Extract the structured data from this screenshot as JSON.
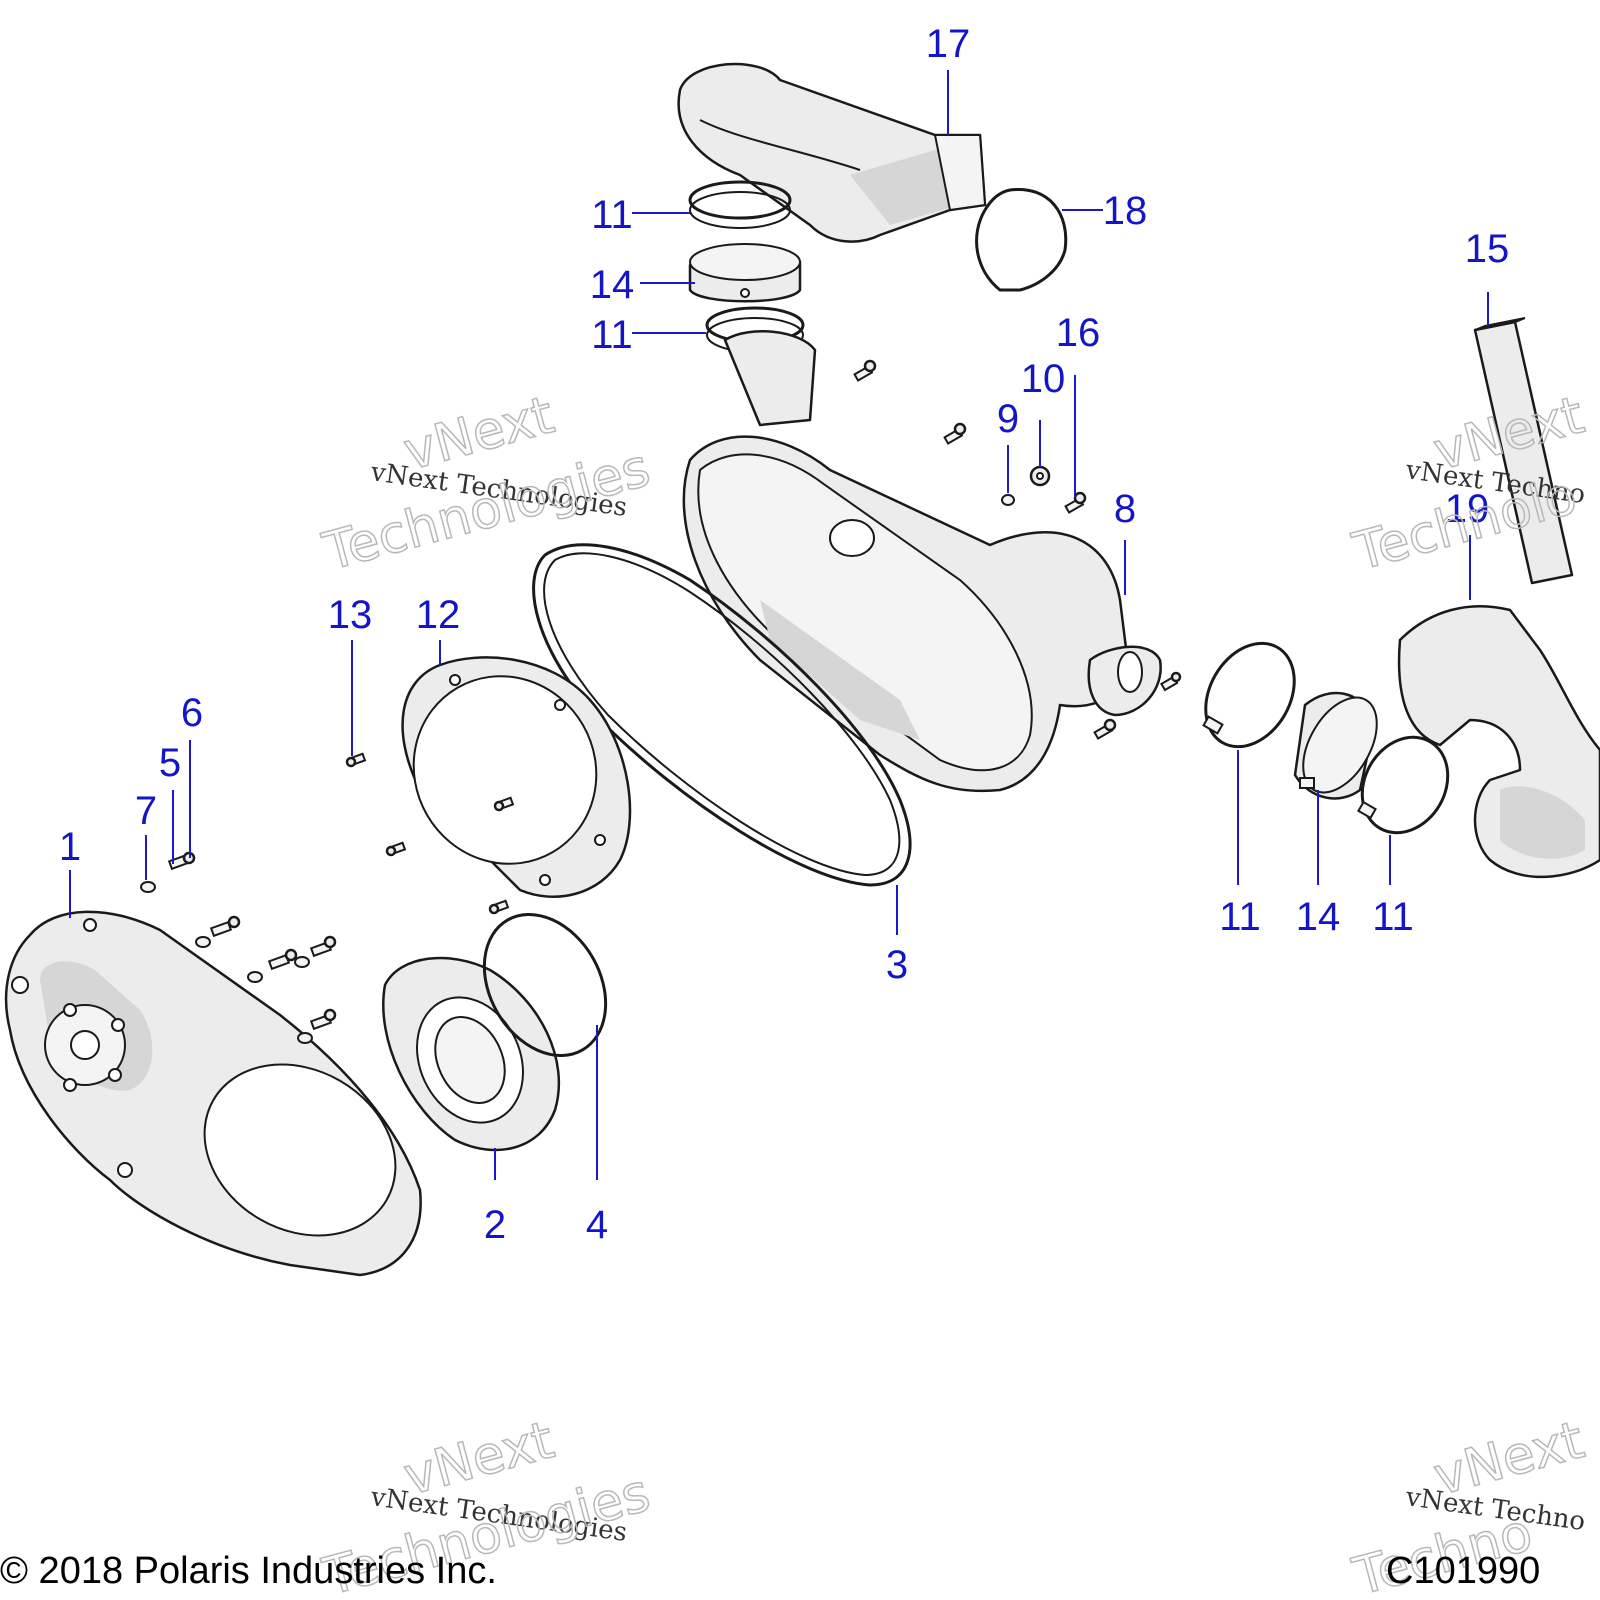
{
  "copyright": "© 2018 Polaris Industries Inc.",
  "figure_id": "C101990",
  "watermark": {
    "serif": "vNext Technologies",
    "outline_line1": "vNext",
    "outline_line2": "Technologies",
    "right_serif": "vNext Techno",
    "right_outline_line1": "vNext",
    "right_outline_line2": "Technolo",
    "bottom_right_serif": "vNext Techno",
    "bottom_right_outline_line1": "vNext",
    "bottom_right_outline_line2": "Techno"
  },
  "callouts": {
    "c1": "1",
    "c2": "2",
    "c3": "3",
    "c4": "4",
    "c5": "5",
    "c6": "6",
    "c7": "7",
    "c8": "8",
    "c9": "9",
    "c10": "10",
    "c11a": "11",
    "c11b": "11",
    "c11c": "11",
    "c11d": "11",
    "c12": "12",
    "c13": "13",
    "c14a": "14",
    "c14b": "14",
    "c15": "15",
    "c16": "16",
    "c17": "17",
    "c18": "18",
    "c19": "19"
  },
  "colors": {
    "callout": "#1515c8",
    "line": "#1a1a1a"
  }
}
